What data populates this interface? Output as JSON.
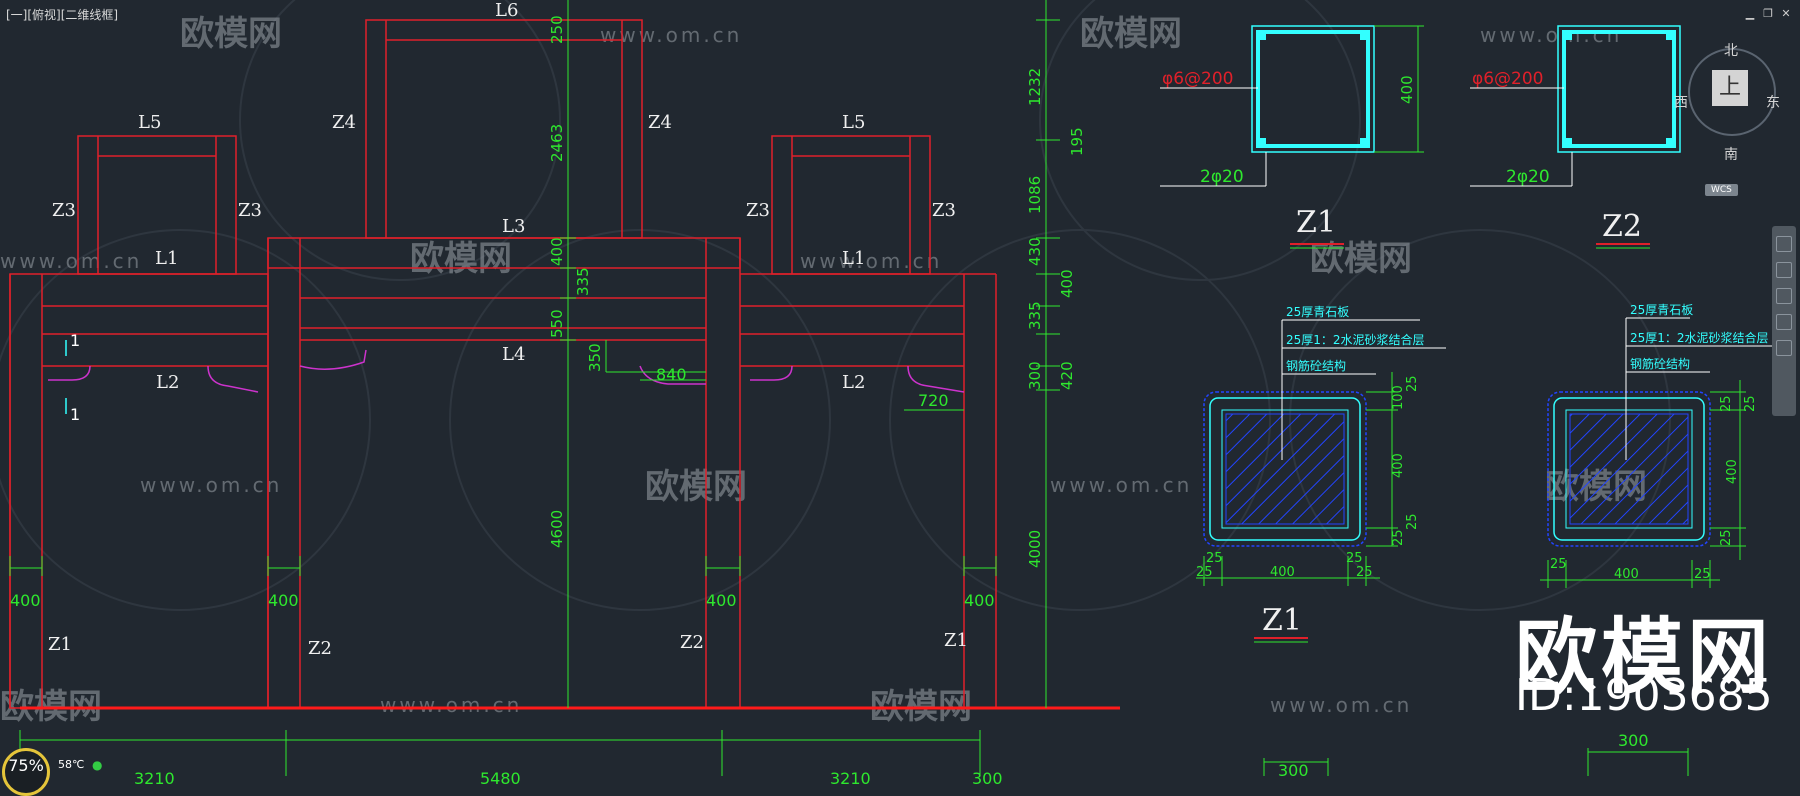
{
  "viewport": {
    "label": "[一][俯视][二维线框]"
  },
  "window_controls": {
    "minimize": "▁",
    "restore": "❐",
    "close": "✕"
  },
  "compass": {
    "north": "北",
    "south": "南",
    "east": "东",
    "west": "西",
    "face": "上"
  },
  "wcs_label": "WCS",
  "overlay": {
    "brand": "欧模网",
    "id": "ID:1903685"
  },
  "status": {
    "gauge": "75%",
    "temperature": "58℃"
  },
  "colors": {
    "background": "#212830",
    "frame_red": "#e0202a",
    "dim_green": "#2ee82e",
    "detail_cyan": "#33ffff",
    "hatch_blue": "#2244ff",
    "magenta": "#cc33cc",
    "text_white": "#f0f0f0"
  },
  "watermark": {
    "logo_text": "欧模网",
    "url": "www.om.cn"
  },
  "elevation": {
    "beam_labels": {
      "L6": "L6",
      "L5_left": "L5",
      "L5_right": "L5",
      "L1_left": "L1",
      "L1_right": "L1",
      "L2_left": "L2",
      "L2_right": "L2",
      "L3": "L3",
      "L4": "L4"
    },
    "column_labels": {
      "Z4_left": "Z4",
      "Z4_right": "Z4",
      "Z3_a": "Z3",
      "Z3_b": "Z3",
      "Z3_c": "Z3",
      "Z3_d": "Z3",
      "Z1_left": "Z1",
      "Z1_right": "Z1",
      "Z2_left": "Z2",
      "Z2_right": "Z2"
    },
    "section_marks": {
      "a": "1",
      "b": "1"
    },
    "dims_vertical_a": [
      "250",
      "2463",
      "400",
      "335",
      "550",
      "350",
      "4600"
    ],
    "dims_vertical_b": [
      "1232",
      "1086",
      "430",
      "335",
      "300",
      "4000"
    ],
    "dims_vertical_c": [
      "195",
      "400",
      "420"
    ],
    "dims_horizontal": {
      "d840": "840",
      "d720": "720",
      "w400_a": "400",
      "w400_b": "400",
      "w400_c": "400",
      "w400_d": "400"
    },
    "dims_bottom": [
      "3210",
      "5480",
      "3210",
      "300"
    ]
  },
  "details": {
    "z1_rebar": {
      "stirrup": "φ6@200",
      "main": "2φ20",
      "height": "400",
      "title": "Z1"
    },
    "z2_rebar": {
      "stirrup": "φ6@200",
      "main": "2φ20",
      "title": "Z2"
    },
    "z1_section": {
      "layer1": "25厚青石板",
      "layer2": "25厚1：2水泥砂浆结合层",
      "layer3": "钢筋砼结构",
      "dim_top": "25",
      "dim_mid": "400",
      "dim_bot": "25",
      "dim_right_top": "100",
      "dim_right_bot": "25",
      "dim_bl": "25",
      "dim_bw": "400",
      "dim_br": "25",
      "dim_bl2": "25",
      "dim_br2": "25",
      "title": "Z1",
      "bottom_dim": "300"
    },
    "z2_section": {
      "layer1": "25厚青石板",
      "layer2": "25厚1：2水泥砂浆结合层",
      "layer3": "钢筋砼结构",
      "dim_top": "25",
      "dim_top2": "25",
      "dim_mid": "400",
      "dim_bot": "25",
      "dim_bl": "25",
      "dim_bw": "400",
      "dim_br": "25",
      "bottom_dim": "300"
    }
  }
}
